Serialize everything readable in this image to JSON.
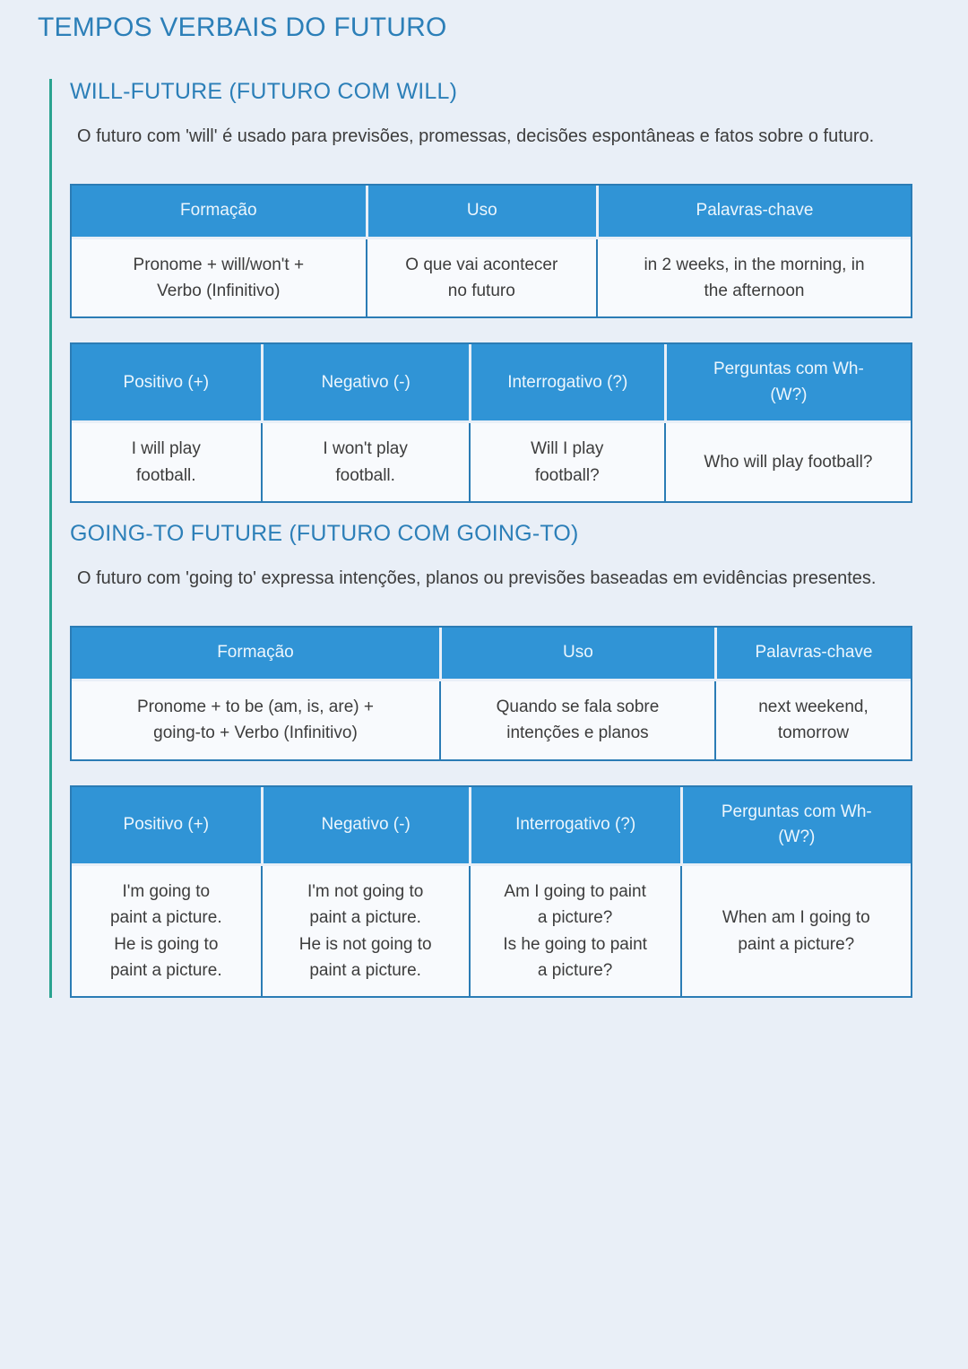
{
  "page": {
    "title": "TEMPOS VERBAIS DO FUTURO"
  },
  "colors": {
    "page_bg": "#e9eff7",
    "heading_blue": "#2c7fb8",
    "header_cell_blue": "#3094d6",
    "table_border_blue": "#2b7cb5",
    "cell_bg": "#f8fafd",
    "teal_rule": "#2aa390",
    "body_text": "#3c3c3c"
  },
  "sections": [
    {
      "heading": "WILL-FUTURE (FUTURO COM WILL)",
      "description": "O futuro com 'will' é usado para previsões, promessas, decisões espontâneas e fatos sobre o futuro.",
      "tables": [
        {
          "headers": [
            "Formação",
            "Uso",
            "Palavras-chave"
          ],
          "rows": [
            [
              "Pronome + will/won't +\nVerbo (Infinitivo)",
              "O que vai acontecer\nno futuro",
              "in 2 weeks, in the morning, in\nthe afternoon"
            ]
          ]
        },
        {
          "headers": [
            "Positivo (+)",
            "Negativo (-)",
            "Interrogativo (?)",
            "Perguntas com Wh-\n(W?)"
          ],
          "rows": [
            [
              "I will play\nfootball.",
              "I won't play\nfootball.",
              "Will I play\nfootball?",
              "Who will play football?"
            ]
          ]
        }
      ]
    },
    {
      "heading": "GOING-TO FUTURE (FUTURO COM GOING-TO)",
      "description": "O futuro com 'going to' expressa intenções, planos ou previsões baseadas em evidências presentes.",
      "tables": [
        {
          "headers": [
            "Formação",
            "Uso",
            "Palavras-chave"
          ],
          "rows": [
            [
              "Pronome + to be (am, is, are) +\ngoing-to + Verbo (Infinitivo)",
              "Quando se fala sobre\nintenções e planos",
              "next weekend,\ntomorrow"
            ]
          ]
        },
        {
          "headers": [
            "Positivo (+)",
            "Negativo (-)",
            "Interrogativo (?)",
            "Perguntas com Wh-\n(W?)"
          ],
          "rows": [
            [
              "I'm going to\npaint a picture.\nHe is going to\npaint a picture.",
              "I'm not going to\npaint a picture.\nHe is not going to\npaint a picture.",
              "Am I going to paint\na picture?\nIs he going to paint\na picture?",
              "When am I going to\npaint a picture?"
            ]
          ]
        }
      ]
    }
  ]
}
